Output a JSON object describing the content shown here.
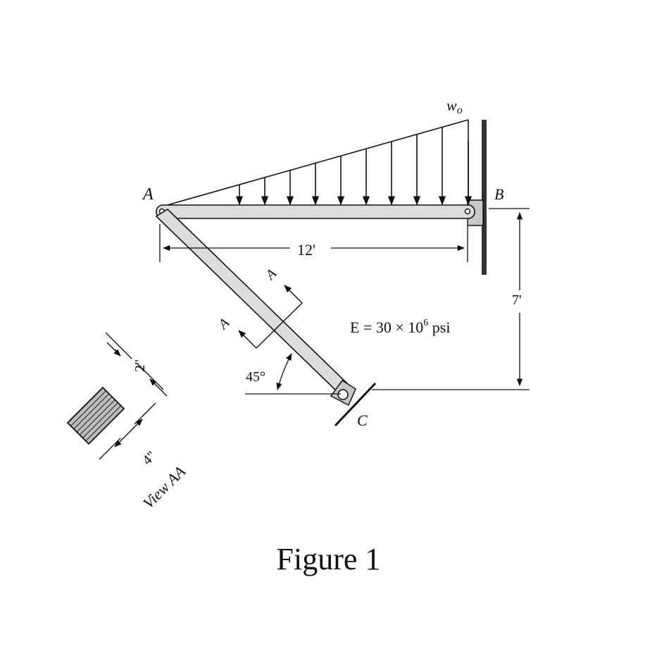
{
  "labels": {
    "point_a": "A",
    "point_b": "B",
    "point_c": "C",
    "load": "w",
    "load_sub": "o",
    "span": "12'",
    "height": "7'",
    "angle": "45°",
    "modulus": "E = 30 × 10",
    "modulus_exp": "6",
    "modulus_unit": " psi",
    "section_mark_upper": "A",
    "section_mark_lower": "A",
    "section_width": "2\"",
    "section_depth": "4\"",
    "view": "View AA",
    "caption": "Figure 1"
  },
  "colors": {
    "ink": "#111111",
    "member_fill": "#dcdcdc",
    "support_fill": "#c8c8c8"
  }
}
